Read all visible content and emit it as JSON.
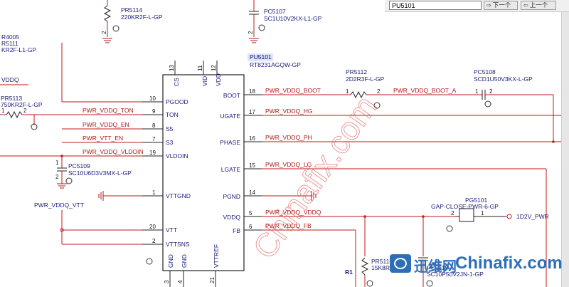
{
  "find_toolbar": {
    "query": "PU5101",
    "next_label": "下一个",
    "prev_label": "上一个"
  },
  "ic": {
    "ref": "PU5101",
    "part": "RT8231AGQW-GP",
    "pins_left": [
      {
        "num": "10",
        "name": "PGOOD"
      },
      {
        "num": "9",
        "name": "TON"
      },
      {
        "num": "8",
        "name": "S5"
      },
      {
        "num": "7",
        "name": "S3"
      },
      {
        "num": "19",
        "name": "VLDOIN"
      },
      {
        "num": "1",
        "name": "VTTGND"
      },
      {
        "num": "20",
        "name": "VTT"
      },
      {
        "num": "2",
        "name": "VTTSNS"
      }
    ],
    "pins_right": [
      {
        "num": "18",
        "name": "BOOT"
      },
      {
        "num": "17",
        "name": "UGATE"
      },
      {
        "num": "16",
        "name": "PHASE"
      },
      {
        "num": "15",
        "name": "LGATE"
      },
      {
        "num": "14",
        "name": "PGND"
      },
      {
        "num": "5",
        "name": "VDDQ"
      },
      {
        "num": "6",
        "name": "FB"
      }
    ],
    "pins_top": [
      {
        "num": "13",
        "name": "CS"
      },
      {
        "num": "11",
        "name": "VID"
      },
      {
        "num": "12",
        "name": "VDD"
      }
    ],
    "pins_bottom": [
      {
        "num": "3",
        "name": "GND"
      },
      {
        "num": "4",
        "name": "GND"
      },
      {
        "num": "21",
        "name": "VTTREF"
      }
    ]
  },
  "nets": {
    "ton": "PWR_VDDQ_TON",
    "en": "PWR_VDDQ_EN",
    "vtt_en": "PWR_VTT_EN",
    "vldoin": "PWR_VDDQ_VLDOIN",
    "boot": "PWR_VDDQ_BOOT",
    "boot_a": "PWR_VDDQ_BOOT_A",
    "hg": "PWR_VDDQ_HG",
    "ph": "PWR_VDDQ_PH",
    "lg": "PWR_VDDQ_LG",
    "vddq": "PWR_VDDQ_VDDQ",
    "fb": "PWR_VDDQ_FB",
    "vtt": "PWR_VDDQ_VTT",
    "out": "1D2V_PWR",
    "vddq_left": "VDDQ"
  },
  "components": {
    "pr5114": {
      "ref": "PR5114",
      "value": "220KR2F-L-GP"
    },
    "pc5107": {
      "ref": "PC5107",
      "value": "SC1U10V2KX-L1-GP"
    },
    "pr5111": {
      "ref": "R4005",
      "ref2": "R5111",
      "value": "KR2F-L1-GP"
    },
    "pr5113": {
      "ref": "PR5113",
      "value": "750KR2F-L-GP"
    },
    "pr5112": {
      "ref": "PR5112",
      "value": "2D2R3F-L-GP"
    },
    "pc5108": {
      "ref": "PC5108",
      "value": "SCD1U50V3KX-L-GP"
    },
    "pc5109": {
      "ref": "PC5109",
      "value": "SC10U6D3V3MX-L-GP"
    },
    "pg5101": {
      "ref": "PG5101",
      "value": "GAP-CLOSE-PWR-6-GP"
    },
    "pr5116": {
      "ref": "PR5116",
      "value": "15K8R2F-GP"
    },
    "pc5115": {
      "ref": "PC5115",
      "value": "SC10P50V2JN-1-GP"
    },
    "r1": "R1",
    "pin1": "1",
    "pin2": "2"
  },
  "watermark": {
    "cn": "迅维网",
    "en": "Chinafix.com"
  }
}
